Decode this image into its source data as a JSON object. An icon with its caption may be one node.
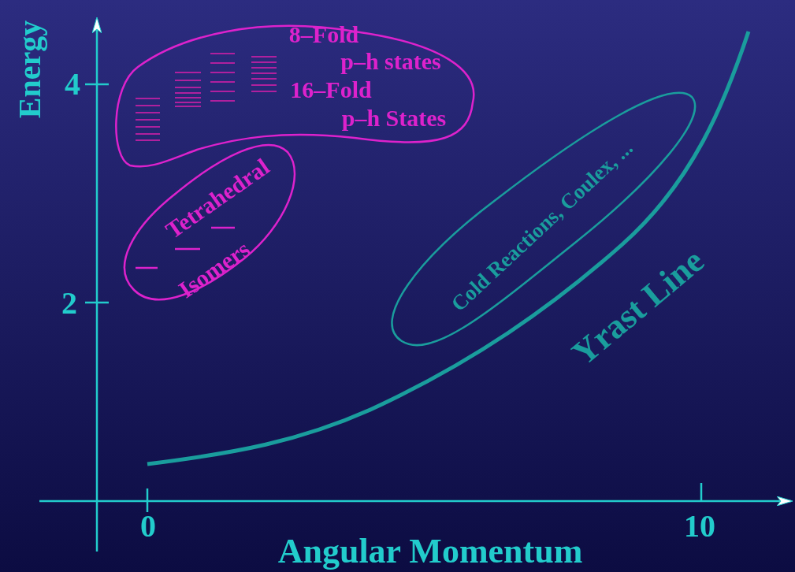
{
  "diagram": {
    "nodes": [
      {
        "text": [
          "8–Fold",
          "p–h states",
          "16–Fold",
          "p–h States"
        ]
      },
      {
        "text": [
          "Tetrahedral",
          "Isomers"
        ]
      },
      {
        "text": [
          "Cold Reactions, Coulex, ..."
        ]
      }
    ],
    "labels": [
      "Energy",
      "4",
      "2",
      "0",
      "10",
      "Angular Momentum",
      "Yrast Line"
    ]
  }
}
